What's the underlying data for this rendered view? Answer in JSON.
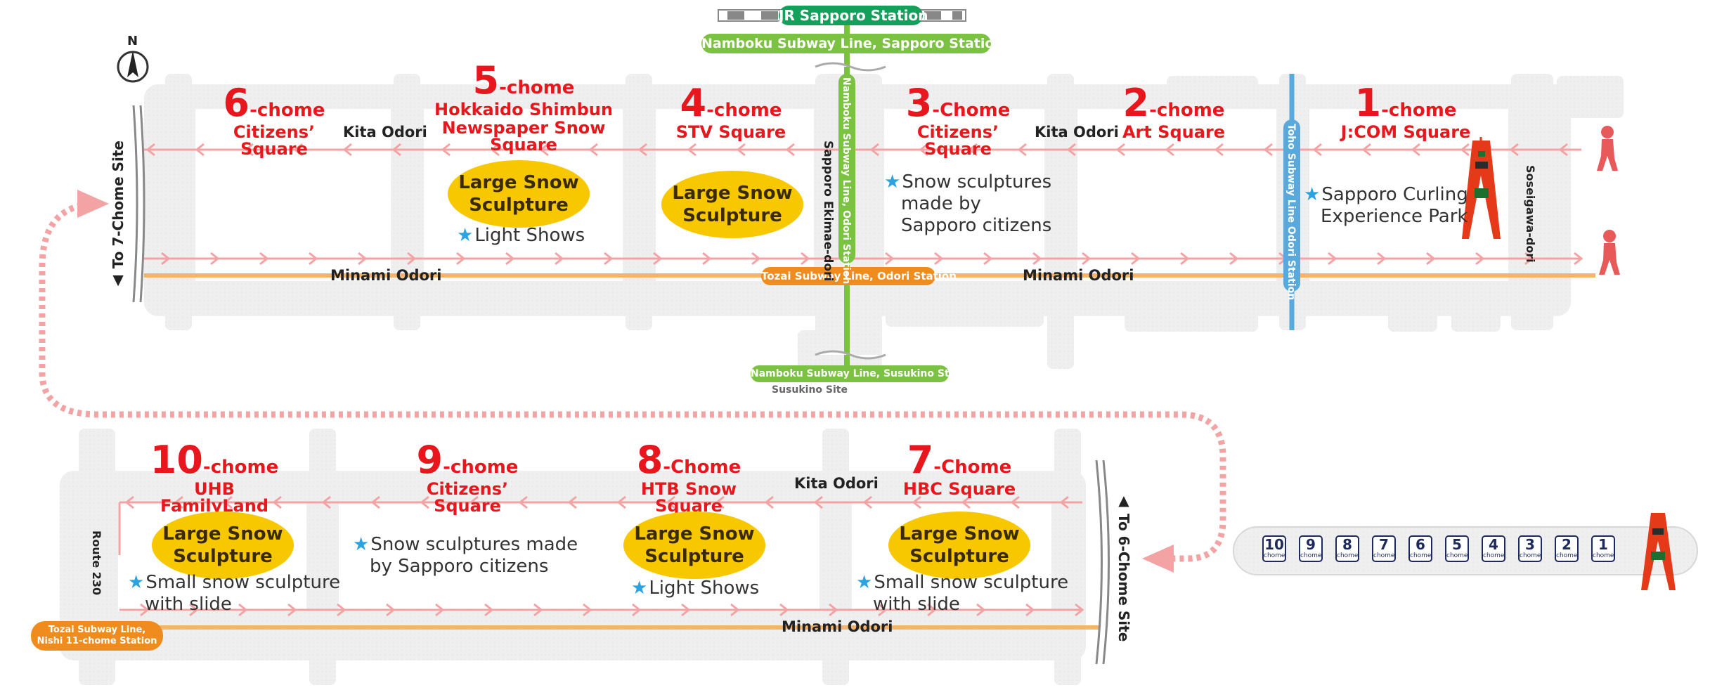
{
  "north": {
    "label": "N"
  },
  "colors": {
    "title_red": "#e8161d",
    "snow_yellow": "#f7c800",
    "namboku_green": "#7cc242",
    "tozai_orange": "#f08c1e",
    "toho_blue": "#5aa9dd",
    "jr_green": "#12a05a",
    "route_pink": "#f3a3a3"
  },
  "stations": {
    "jr": "JR Sapporo Station",
    "namboku_sapporo": "Namboku Subway Line, Sapporo Station",
    "namboku_odori": "Namboku Subway Line, Odori Station",
    "tozai_odori": "Tozai Subway Line, Odori Station",
    "toho_odori": "Toho Subway Line Odori Station",
    "namboku_susukino": "Namboku Subway Line, Susukino Station",
    "susukino_site": "Susukino Site",
    "tozai_nishi11_line1": "Tozai Subway Line,",
    "tozai_nishi11_line2": "Nishi 11-chome Station"
  },
  "streets": {
    "kita_odori": "Kita Odori",
    "minami_odori": "Minami Odori",
    "sapporo_ekimae": "Sapporo Ekimae-dori",
    "soseigawa": "Soseigawa-dori",
    "route230": "Route 230",
    "to7": "▲ To 7-Chome Site",
    "to6": "▲ To 6-Chome Site"
  },
  "blocks": [
    {
      "num": "6",
      "suffix": "-chome",
      "name": "Citizens’ Square"
    },
    {
      "num": "5",
      "suffix": "-chome",
      "name": "Hokkaido Shimbun",
      "name2": "Newspaper Snow Square"
    },
    {
      "num": "4",
      "suffix": "-chome",
      "name": "STV Square"
    },
    {
      "num": "3",
      "suffix": "-Chome",
      "name": "Citizens’ Square"
    },
    {
      "num": "2",
      "suffix": "-chome",
      "name": "Art Square"
    },
    {
      "num": "1",
      "suffix": "-chome",
      "name": "J:COM Square"
    },
    {
      "num": "10",
      "suffix": "-chome",
      "name": "UHB FamilyLand"
    },
    {
      "num": "9",
      "suffix": "-chome",
      "name": "Citizens’ Square"
    },
    {
      "num": "8",
      "suffix": "-Chome",
      "name": "HTB Snow Square"
    },
    {
      "num": "7",
      "suffix": "-Chome",
      "name": "HBC Square"
    }
  ],
  "sculptures": {
    "line1": "Large Snow",
    "line2": "Sculpture"
  },
  "notes": {
    "light_shows": "Light Shows",
    "citizens_3_l1": "Snow sculptures",
    "citizens_3_l2": "made by",
    "citizens_3_l3": "Sapporo citizens",
    "curling_l1": "Sapporo Curling",
    "curling_l2": "Experience Park",
    "citizens_9_l1": "Snow sculptures made",
    "citizens_9_l2": "by Sapporo citizens",
    "slide_l1": "Small snow sculpture",
    "slide_l2": "with slide"
  },
  "legend": {
    "word": "chome",
    "nums": [
      "10",
      "9",
      "8",
      "7",
      "6",
      "5",
      "4",
      "3",
      "2",
      "1"
    ]
  }
}
